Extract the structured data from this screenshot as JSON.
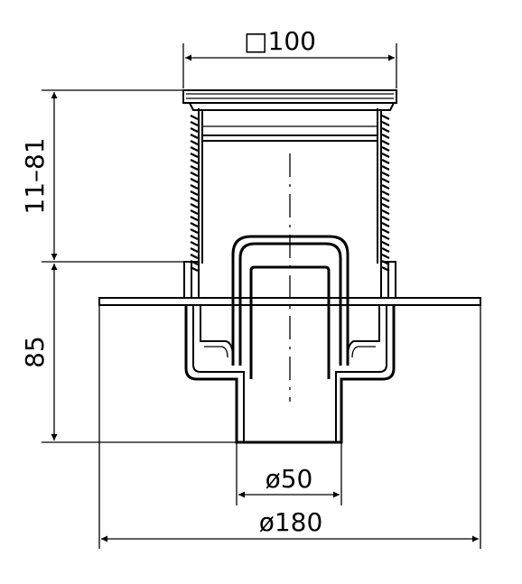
{
  "dimensions": {
    "top_width": "□100",
    "height_adjust": "11–81",
    "body_height": "85",
    "outlet_diameter": "ø50",
    "flange_diameter": "ø180"
  }
}
